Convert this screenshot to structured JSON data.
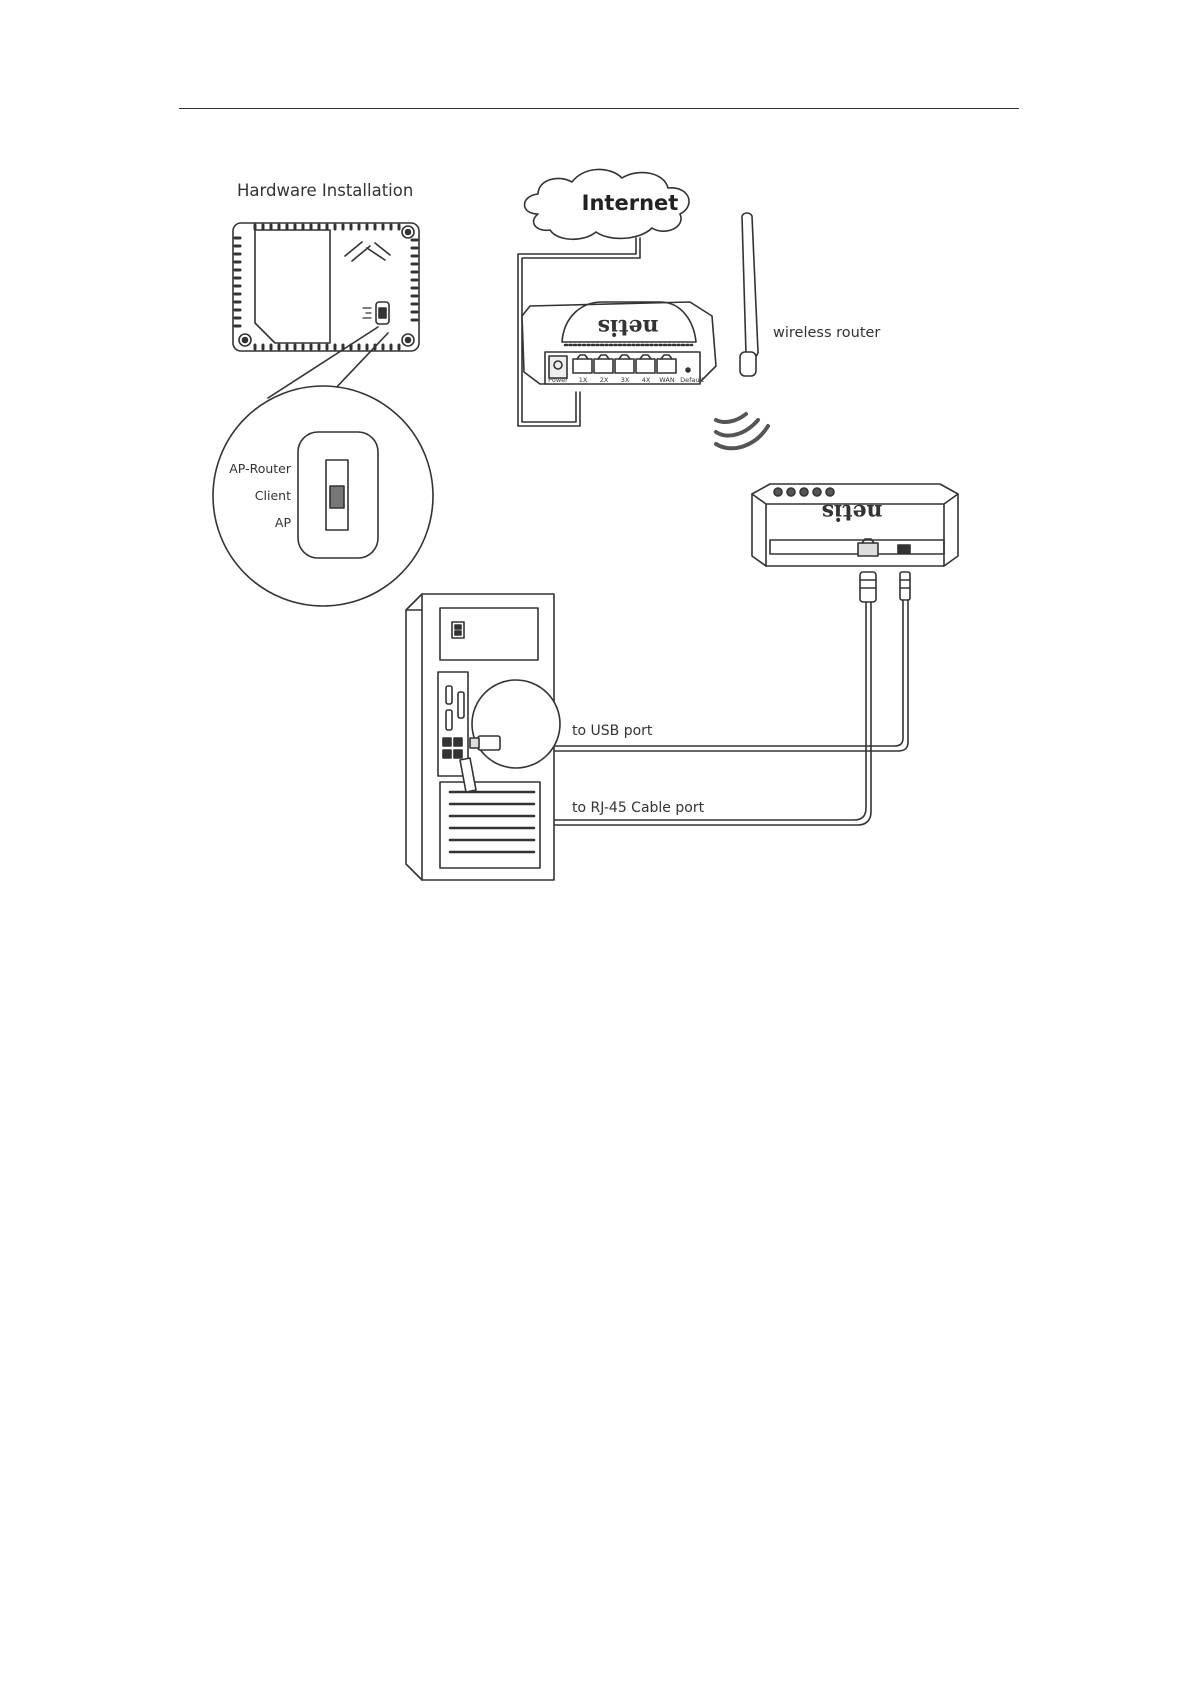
{
  "diagram": {
    "title": "Hardware Installation",
    "internet_label": "Internet",
    "router_label": "wireless router",
    "router_brand": "netis",
    "adapter_brand": "netis",
    "router_ports": [
      "1X",
      "2X",
      "3X",
      "4X",
      "WAN"
    ],
    "router_power_label": "Power",
    "router_default_label": "Default",
    "switch_modes": {
      "ap_router": "AP-Router",
      "client": "Client",
      "ap": "AP"
    },
    "usb_label": "to USB port",
    "rj45_label": "to RJ-45 Cable port"
  }
}
